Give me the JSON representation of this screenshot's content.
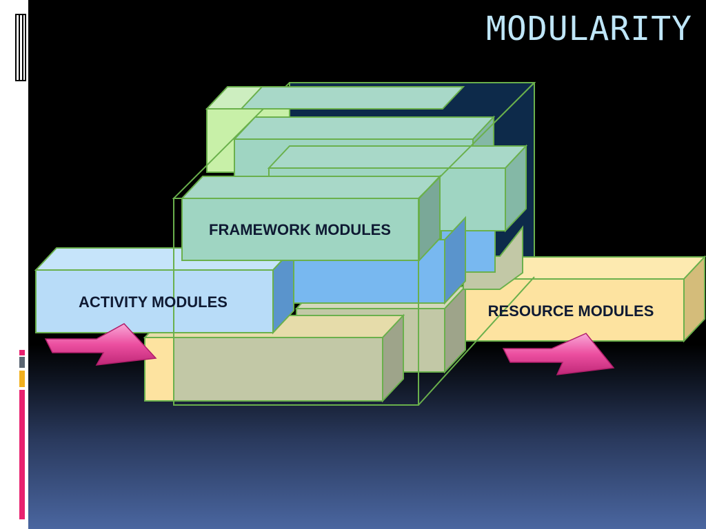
{
  "slide": {
    "title": "MODULARITY"
  },
  "diagram": {
    "labels": {
      "framework": "FRAMEWORK MODULES",
      "activity": "ACTIVITY MODULES",
      "resource": "RESOURCE MODULES"
    }
  },
  "colors": {
    "background_top": "#000000",
    "background_bottom": "#4a66a0",
    "title": "#bfe6f8",
    "framework_face": "#9fd5c2",
    "activity_face": "#b8dcf8",
    "resource_face": "#fde3a0",
    "block_gray": "#c2c8a6",
    "block_blue": "#78b8f0",
    "outline": "#6ab04c",
    "arrow": "#ec4fa0",
    "container_fill": "#0d2a4a",
    "accent_pink": "#e8216f",
    "accent_gold": "#f2b01e",
    "accent_slate": "#5a6572"
  }
}
